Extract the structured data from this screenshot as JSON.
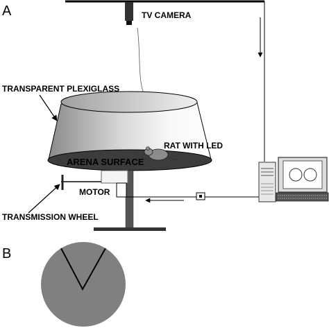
{
  "figure": {
    "panel_a": "A",
    "panel_b": "B"
  },
  "labels": {
    "tv_camera": "TV CAMERA",
    "plexiglass": "TRANSPARENT PLEXIGLASS",
    "rat": "RAT WITH LED",
    "arena": "ARENA SURFACE",
    "motor": "MOTOR",
    "wheel": "TRANSMISSION WHEEL"
  },
  "colors": {
    "arena_surface": "#3c3c3c",
    "disc_b": "#808080",
    "line": "#000000"
  }
}
